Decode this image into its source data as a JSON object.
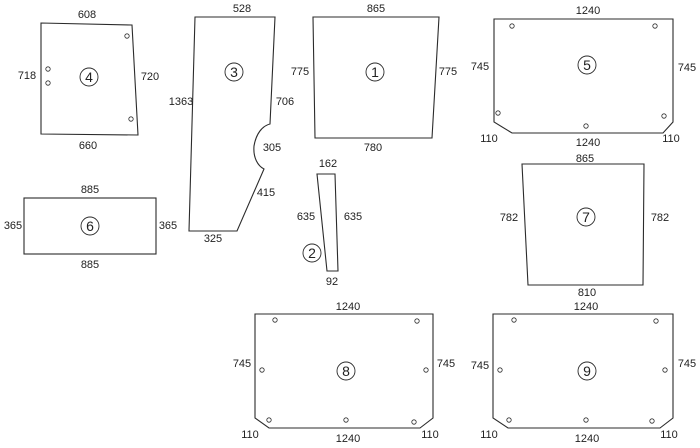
{
  "panels": [
    {
      "id": "p1",
      "number": "1",
      "dims": {
        "top": "865",
        "bottom": "780",
        "left": "775",
        "right": "775"
      }
    },
    {
      "id": "p2",
      "number": "2",
      "dims": {
        "top": "162",
        "bottom": "92",
        "left": "635",
        "right": "635"
      }
    },
    {
      "id": "p3",
      "number": "3",
      "dims": {
        "top": "528",
        "left": "1363",
        "right_upper": "706",
        "notch": "305",
        "slope": "415",
        "bottom": "325"
      }
    },
    {
      "id": "p4",
      "number": "4",
      "dims": {
        "top": "608",
        "bottom": "660",
        "left": "718",
        "right": "720"
      }
    },
    {
      "id": "p5",
      "number": "5",
      "dims": {
        "top": "1240",
        "bottom": "1240",
        "left": "745",
        "right": "745",
        "chamfer_left": "110",
        "chamfer_right": "110"
      }
    },
    {
      "id": "p6",
      "number": "6",
      "dims": {
        "top": "885",
        "bottom": "885",
        "left": "365",
        "right": "365"
      }
    },
    {
      "id": "p7",
      "number": "7",
      "dims": {
        "top": "865",
        "bottom": "810",
        "left": "782",
        "right": "782"
      }
    },
    {
      "id": "p8",
      "number": "8",
      "dims": {
        "top": "1240",
        "bottom": "1240",
        "left": "745",
        "right": "745",
        "chamfer_left": "110",
        "chamfer_right": "110"
      }
    },
    {
      "id": "p9",
      "number": "9",
      "dims": {
        "top": "1240",
        "bottom": "1240",
        "left": "745",
        "right": "745",
        "chamfer_left": "110",
        "chamfer_right": "110"
      }
    }
  ]
}
